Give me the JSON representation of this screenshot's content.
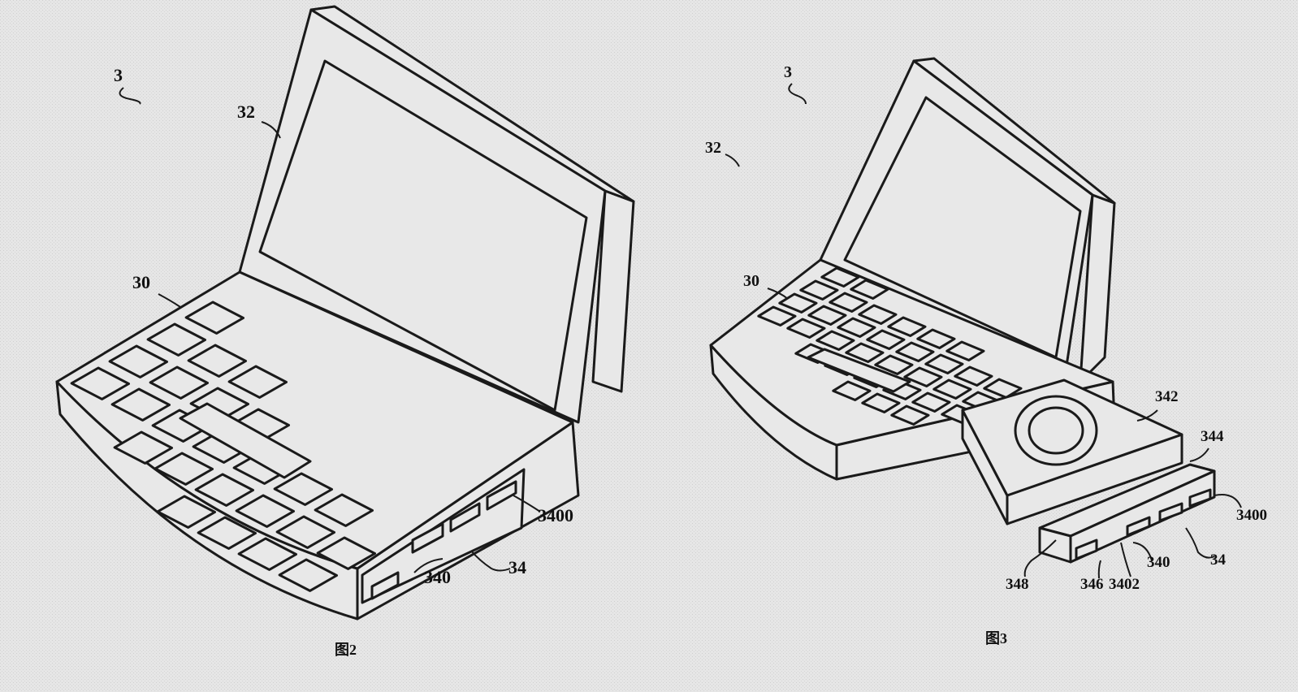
{
  "figures": [
    {
      "caption": "图2",
      "labels": {
        "device": "3",
        "lid": "32",
        "base": "30",
        "port": "3400",
        "port_panel": "340",
        "module": "34"
      }
    },
    {
      "caption": "图3",
      "labels": {
        "device": "3",
        "lid": "32",
        "base": "30",
        "tray": "342",
        "slot": "344",
        "port": "3400",
        "module": "34",
        "port_panel": "340",
        "port2": "3402",
        "front": "346",
        "latch": "348"
      }
    }
  ],
  "colors": {
    "background": "#e4e4e4",
    "ink": "#1a1a1a"
  }
}
